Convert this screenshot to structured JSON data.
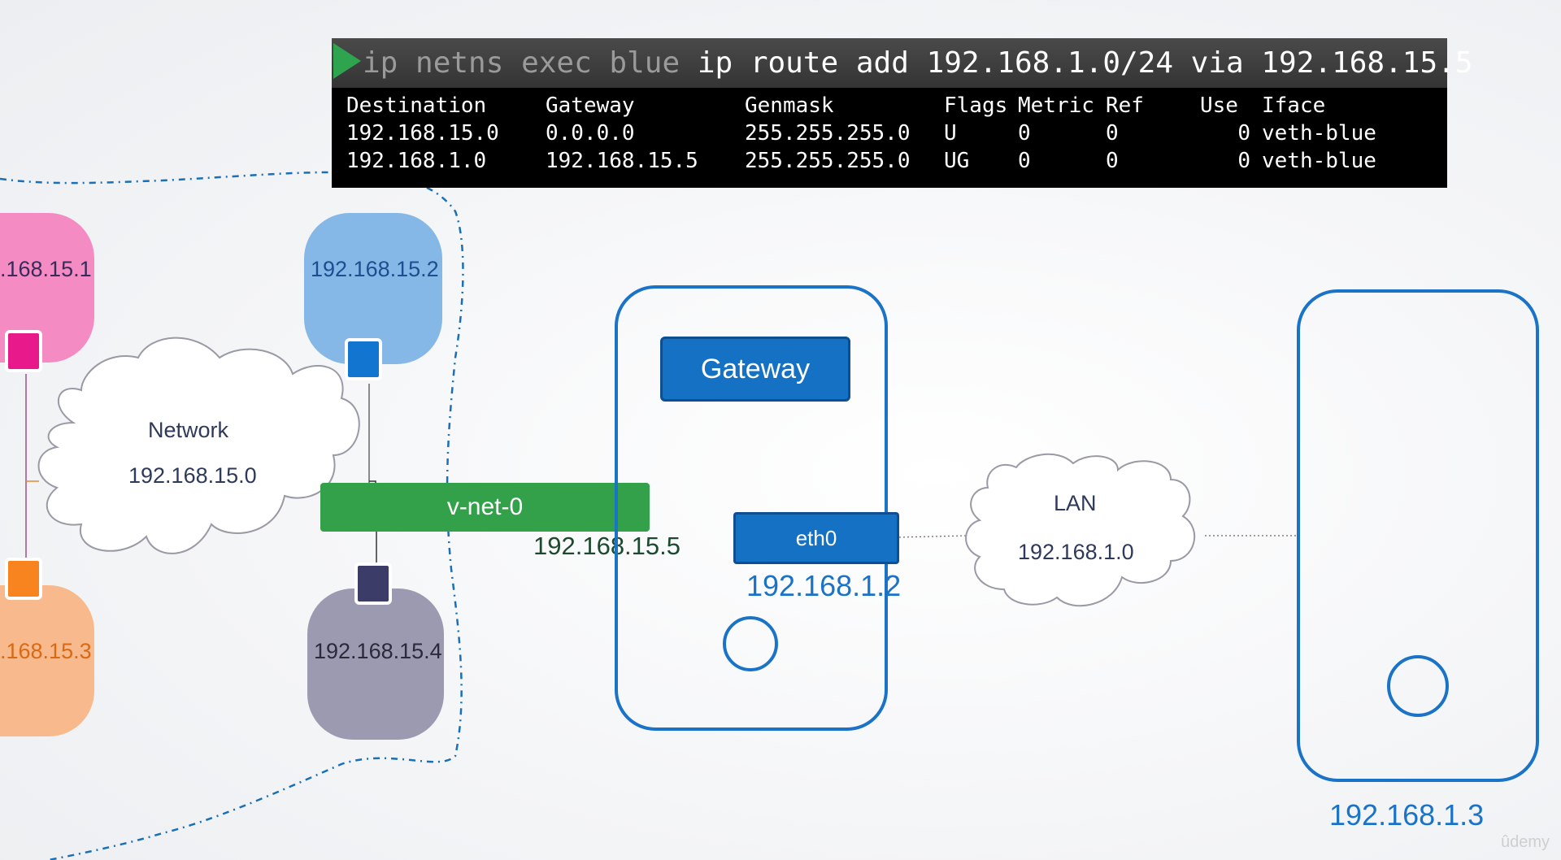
{
  "terminal": {
    "command_dim": "ip netns exec blue",
    "command_main": " ip route add 192.168.1.0/24 via 192.168.15.5",
    "headers": [
      "Destination",
      "Gateway",
      "Genmask",
      "Flags",
      "Metric",
      "Ref",
      "Use",
      "Iface"
    ],
    "rows": [
      [
        "192.168.15.0",
        "0.0.0.0",
        "255.255.255.0",
        "U",
        "0",
        "0",
        "0",
        "veth-blue"
      ],
      [
        "192.168.1.0",
        "192.168.15.5",
        "255.255.255.0",
        "UG",
        "0",
        "0",
        "0",
        "veth-blue"
      ]
    ]
  },
  "namespaces": {
    "pink": {
      "label": ".168.15.1",
      "color": "#f48cc3",
      "port_color": "#e8198b"
    },
    "blue": {
      "label": "192.168.15.2",
      "color": "#85b8e6",
      "port_color": "#1275cf"
    },
    "orange": {
      "label": ".168.15.3",
      "color": "#f8b98c",
      "port_color": "#f7841e"
    },
    "gray": {
      "label": "192.168.15.4",
      "color": "#9c9ab0",
      "port_color": "#3c3c68"
    }
  },
  "network_cloud": {
    "title": "Network",
    "subnet": "192.168.15.0"
  },
  "bridge": {
    "label": "v-net-0",
    "ip": "192.168.15.5"
  },
  "gateway_host": {
    "button_label": "Gateway",
    "interface_label": "eth0",
    "ip": "192.168.1.2"
  },
  "lan_cloud": {
    "title": "LAN",
    "subnet": "192.168.1.0"
  },
  "remote_host": {
    "ip": "192.168.1.3"
  },
  "watermark": "ûdemy",
  "colors": {
    "accent": "#1a73c7",
    "bridge": "#33a04a",
    "cloud_stroke": "#9a9aa6",
    "dashed_line": "#1a6fb5"
  }
}
